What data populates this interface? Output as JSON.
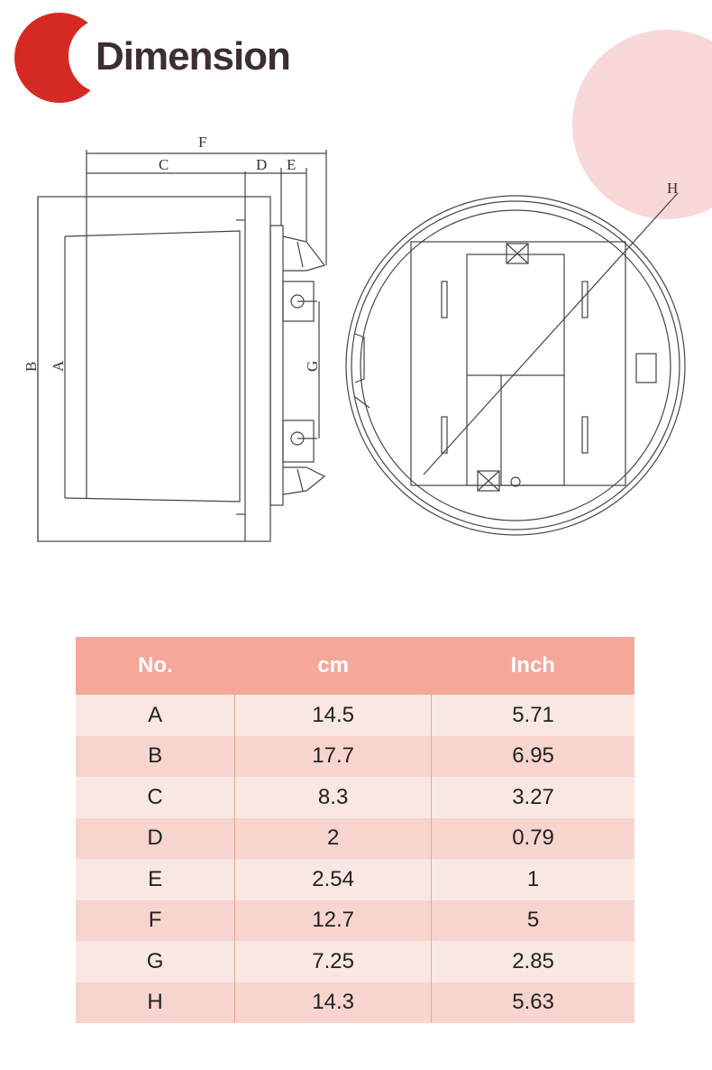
{
  "header": {
    "title": "Dimension"
  },
  "colors": {
    "accent_red": "#d42a23",
    "pink_circle": "#f8d7d8",
    "table_header": "#f5a79a",
    "row_light": "#f9e7e3",
    "row_dark": "#f7d4cd"
  },
  "drawing_labels": {
    "A": "A",
    "B": "B",
    "C": "C",
    "D": "D",
    "E": "E",
    "F": "F",
    "G": "G",
    "H": "H"
  },
  "table": {
    "headers": [
      "No.",
      "cm",
      "Inch"
    ],
    "rows": [
      [
        "A",
        "14.5",
        "5.71"
      ],
      [
        "B",
        "17.7",
        "6.95"
      ],
      [
        "C",
        "8.3",
        "3.27"
      ],
      [
        "D",
        "2",
        "0.79"
      ],
      [
        "E",
        "2.54",
        "1"
      ],
      [
        "F",
        "12.7",
        "5"
      ],
      [
        "G",
        "7.25",
        "2.85"
      ],
      [
        "H",
        "14.3",
        "5.63"
      ]
    ]
  }
}
